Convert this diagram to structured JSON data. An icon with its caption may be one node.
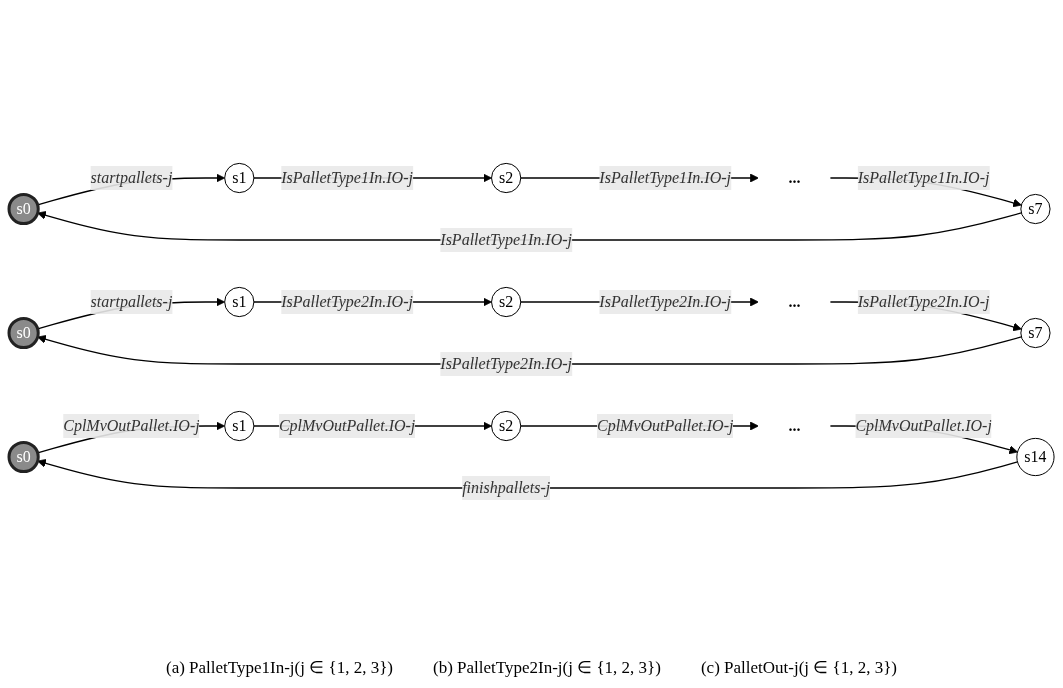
{
  "diagram": {
    "nodes": [
      {
        "text": [
          "s0"
        ]
      },
      {
        "text": [
          "s1"
        ]
      },
      {
        "text": [
          "s2"
        ]
      },
      {
        "text": [
          "..."
        ]
      },
      {
        "text": [
          "s7"
        ]
      },
      {
        "text": [
          "s0"
        ]
      },
      {
        "text": [
          "s1"
        ]
      },
      {
        "text": [
          "s2"
        ]
      },
      {
        "text": [
          "..."
        ]
      },
      {
        "text": [
          "s7"
        ]
      },
      {
        "text": [
          "s0"
        ]
      },
      {
        "text": [
          "s1"
        ]
      },
      {
        "text": [
          "s2"
        ]
      },
      {
        "text": [
          "..."
        ]
      },
      {
        "text": [
          "s14"
        ]
      }
    ],
    "edges": [
      {
        "from": 0,
        "to": 1,
        "arrow": "to",
        "label": "startpallets-j"
      },
      {
        "from": 1,
        "to": 2,
        "arrow": "to",
        "label": "IsPalletType1In.IO-j"
      },
      {
        "from": 2,
        "to": 3,
        "arrow": "to",
        "label": "IsPalletType1In.IO-j"
      },
      {
        "from": 3,
        "to": 4,
        "arrow": "to",
        "label": "IsPalletType1In.IO-j"
      },
      {
        "from": 4,
        "to": 0,
        "arrow": "to",
        "label": "IsPalletType1In.IO-j"
      },
      {
        "from": 5,
        "to": 6,
        "arrow": "to",
        "label": "startpallets-j"
      },
      {
        "from": 6,
        "to": 7,
        "arrow": "to",
        "label": "IsPalletType2In.IO-j"
      },
      {
        "from": 7,
        "to": 8,
        "arrow": "to",
        "label": "IsPalletType2In.IO-j"
      },
      {
        "from": 8,
        "to": 9,
        "arrow": "to",
        "label": "IsPalletType2In.IO-j"
      },
      {
        "from": 9,
        "to": 5,
        "arrow": "to",
        "label": "IsPalletType2In.IO-j"
      },
      {
        "from": 10,
        "to": 11,
        "arrow": "to",
        "label": "CplMvOutPallet.IO-j"
      },
      {
        "from": 11,
        "to": 12,
        "arrow": "to",
        "label": "CplMvOutPallet.IO-j"
      },
      {
        "from": 12,
        "to": 13,
        "arrow": "to",
        "label": "CplMvOutPallet.IO-j"
      },
      {
        "from": 13,
        "to": 14,
        "arrow": "to",
        "label": "CplMvOutPallet.IO-j"
      },
      {
        "from": 14,
        "to": 10,
        "arrow": "to",
        "label": "finishpallets-j"
      }
    ],
    "labels": [
      "(a) PalletType1In-j(j ∈ {1, 2, 3})",
      "(b) PalletType2In-j(j ∈ {1, 2, 3})",
      "(c) PalletOut-j(j ∈ {1, 2, 3})"
    ]
  }
}
